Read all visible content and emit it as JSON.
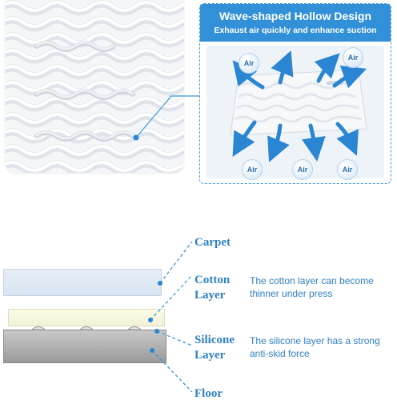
{
  "panel": {
    "title": "Wave-shaped Hollow Design",
    "subtitle": "Exhaust air quickly and enhance suction",
    "air_label": "Air"
  },
  "layers": {
    "carpet": "Carpet",
    "cotton_line1": "Cotton",
    "cotton_line2": "Layer",
    "cotton_desc_line1": "The cotton layer can become",
    "cotton_desc_line2": "thinner under press",
    "silicone_line1": "Silicone",
    "silicone_line2": "Layer",
    "silicone_desc_line1": "The silicone layer has a strong",
    "silicone_desc_line2": "anti-skid force",
    "floor": "Floor"
  },
  "colors": {
    "accent": "#3290d8",
    "label": "#2f80c4",
    "arrow": "#2a86d2"
  },
  "icons": [
    "air-bubble-icon",
    "arrow-icon"
  ]
}
